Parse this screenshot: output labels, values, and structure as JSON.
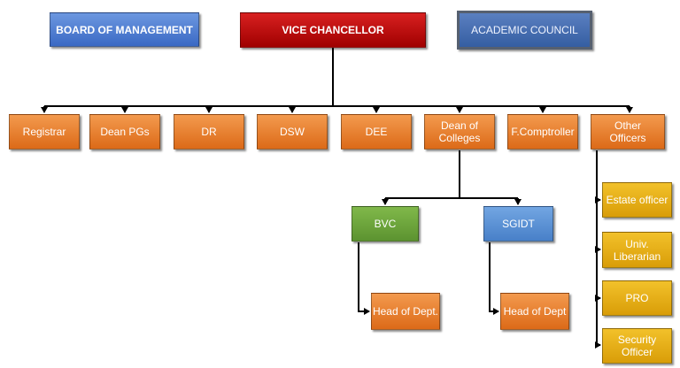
{
  "top": {
    "board": "BOARD OF MANAGEMENT",
    "vc": "VICE CHANCELLOR",
    "council": "ACADEMIC COUNCIL"
  },
  "level2": {
    "registrar": "Registrar",
    "dean_pgs": "Dean PGs",
    "dr": "DR",
    "dsw": "DSW",
    "dee": "DEE",
    "dean_colleges": "Dean of Colleges",
    "fcomptroller": "F.Comptroller",
    "other_officers": "Other Officers"
  },
  "colleges": {
    "bvc": "BVC",
    "sgidt": "SGIDT",
    "head_bvc": "Head of Dept.",
    "head_sgidt": "Head of Dept"
  },
  "officers": {
    "estate": "Estate officer",
    "librarian": "Univ. Liberarian",
    "pro": "PRO",
    "security": "Security Officer"
  },
  "colors": {
    "board": "#4a78d2",
    "vc": "#c00000",
    "council": "#4168aa",
    "level2": "#ec7c2c",
    "bvc": "#6ea53c",
    "sgidt": "#5b93d6",
    "officers": "#e8ad14"
  }
}
